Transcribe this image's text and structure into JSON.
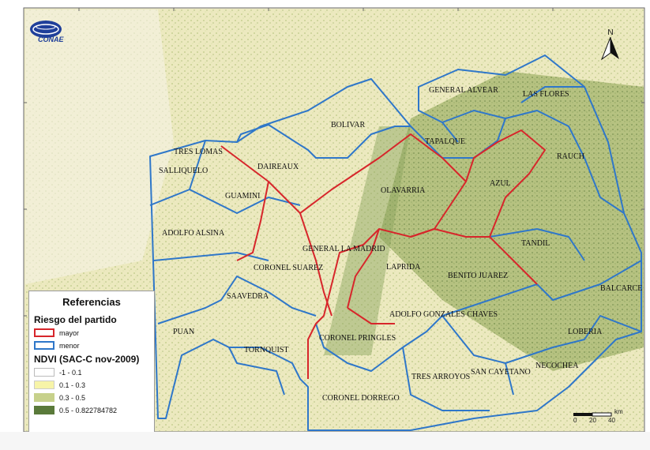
{
  "logo": {
    "text": "CONAE"
  },
  "north": {
    "label": "N"
  },
  "legend": {
    "title": "Referencias",
    "risk_title": "Riesgo del partido",
    "risk_items": [
      {
        "label": "mayor",
        "color": "#d7262b"
      },
      {
        "label": "menor",
        "color": "#2f77c9"
      }
    ],
    "ndvi_title": "NDVI (SAC-C nov-2009)",
    "ndvi_items": [
      {
        "label": "-1 - 0.1",
        "color": "#ffffff"
      },
      {
        "label": "0.1 - 0.3",
        "color": "#f7f4a8"
      },
      {
        "label": "0.3 - 0.5",
        "color": "#c7d18b"
      },
      {
        "label": "0.5 - 0.822784782",
        "color": "#5a7a3a"
      }
    ]
  },
  "scale": {
    "unit": "km",
    "ticks": [
      "0",
      "20",
      "40"
    ]
  },
  "partidos": [
    "GENERAL ALVEAR",
    "LAS FLORES",
    "BOLIVAR",
    "TAPALQUE",
    "RAUCH",
    "TRES LOMAS",
    "SALLIQUELO",
    "DAIREAUX",
    "OLAVARRIA",
    "AZUL",
    "GUAMINI",
    "ADOLFO ALSINA",
    "GENERAL LA MADRID",
    "TANDIL",
    "LAPRIDA",
    "CORONEL SUAREZ",
    "BENITO JUAREZ",
    "SAAVEDRA",
    "BALCARCE",
    "PUAN",
    "ADOLFO GONZALES CHAVES",
    "LOBERIA",
    "CORONEL PRINGLES",
    "TORNQUIST",
    "SAN CAYETANO",
    "NECOCHEA",
    "TRES ARROYOS",
    "CORONEL DORREGO"
  ]
}
